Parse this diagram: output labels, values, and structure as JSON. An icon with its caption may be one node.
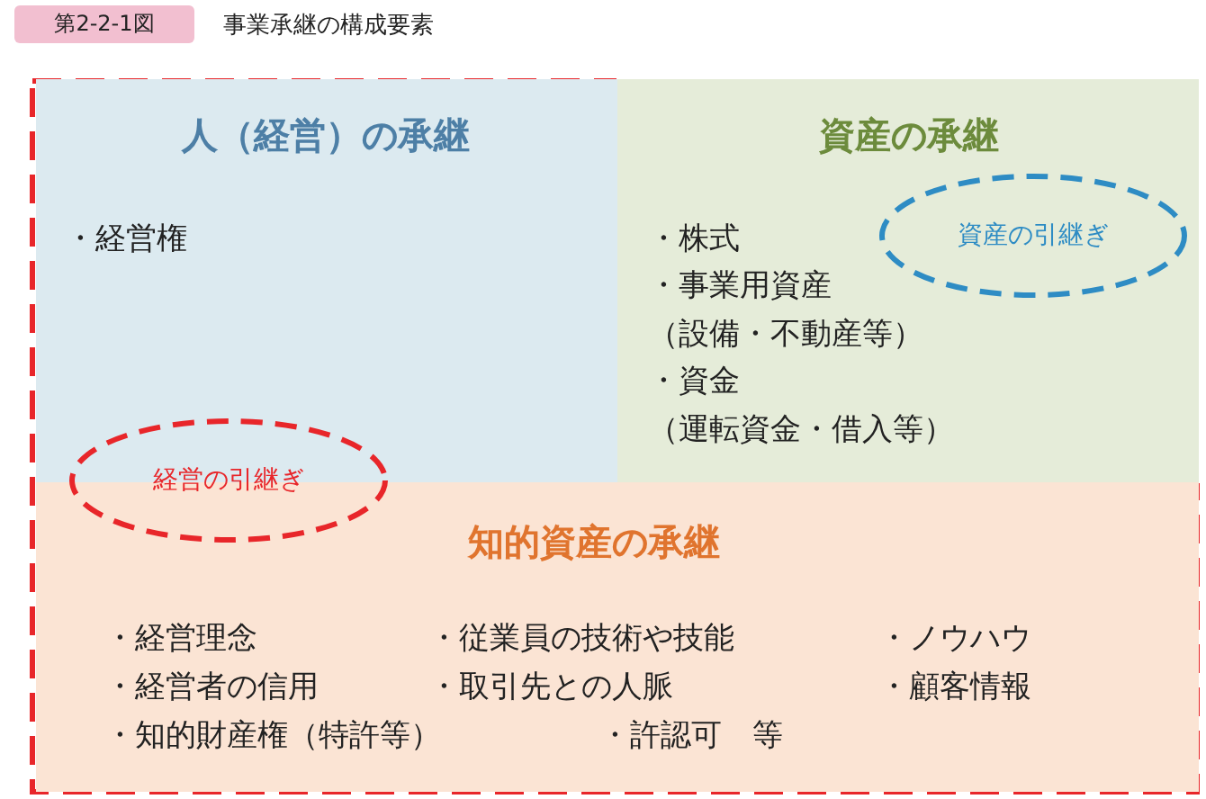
{
  "diagram": {
    "title": "事業承継の構成要素",
    "nodes": [
      {
        "text": [
          "人（経営）の承継",
          "・経営権"
        ]
      },
      {
        "text": [
          "資産の承継",
          "・株式",
          "・事業用資産（設備・不動産等）",
          "・資金（運転資金・借入等）"
        ]
      },
      {
        "text": [
          "経営の引継ぎ"
        ]
      },
      {
        "text": [
          "資産の引継ぎ"
        ],
        "in": 1
      },
      {
        "text": [
          "知的資産の承継",
          "・経営理念",
          "・従業員の技術や技能",
          "・ノウハウ",
          "・経営者の信用",
          "・取引先との人脈",
          "・顧客情報",
          "・知的財産権（特許等）",
          "・許認可　等"
        ]
      }
    ],
    "labels": [
      "第2-2-1図"
    ]
  }
}
